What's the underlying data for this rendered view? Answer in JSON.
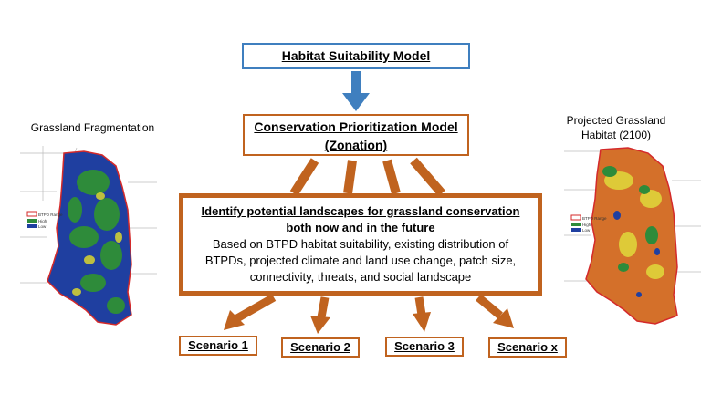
{
  "nodes": {
    "habitat_model": "Habitat Suitability Model",
    "conservation_model_line1": "Conservation Prioritization Model",
    "conservation_model_line2": "(Zonation)",
    "identify_title_line1": "Identify potential landscapes for grassland conservation",
    "identify_title_line2": "both now and in the future",
    "identify_desc_line1": "Based on BTPD habitat suitability, existing distribution of",
    "identify_desc_line2": "BTPDs, projected climate and land use change, patch size,",
    "identify_desc_line3": "connectivity, threats, and social landscape"
  },
  "scenarios": [
    "Scenario 1",
    "Scenario 2",
    "Scenario 3",
    "Scenario x"
  ],
  "left_map": {
    "label": "Grassland Fragmentation",
    "legend": [
      "BTPD Range",
      "High",
      "Low"
    ]
  },
  "right_map": {
    "label_line1": "Projected Grassland",
    "label_line2": "Habitat (2100)",
    "legend": [
      "BTPD Range",
      "High",
      "Low"
    ]
  },
  "colors": {
    "blue_arrow": "#3f7fbf",
    "orange": "#c0631f",
    "map_high": "#2e8b3a",
    "map_low": "#1f3fa0",
    "range_border": "#d42a2a"
  }
}
